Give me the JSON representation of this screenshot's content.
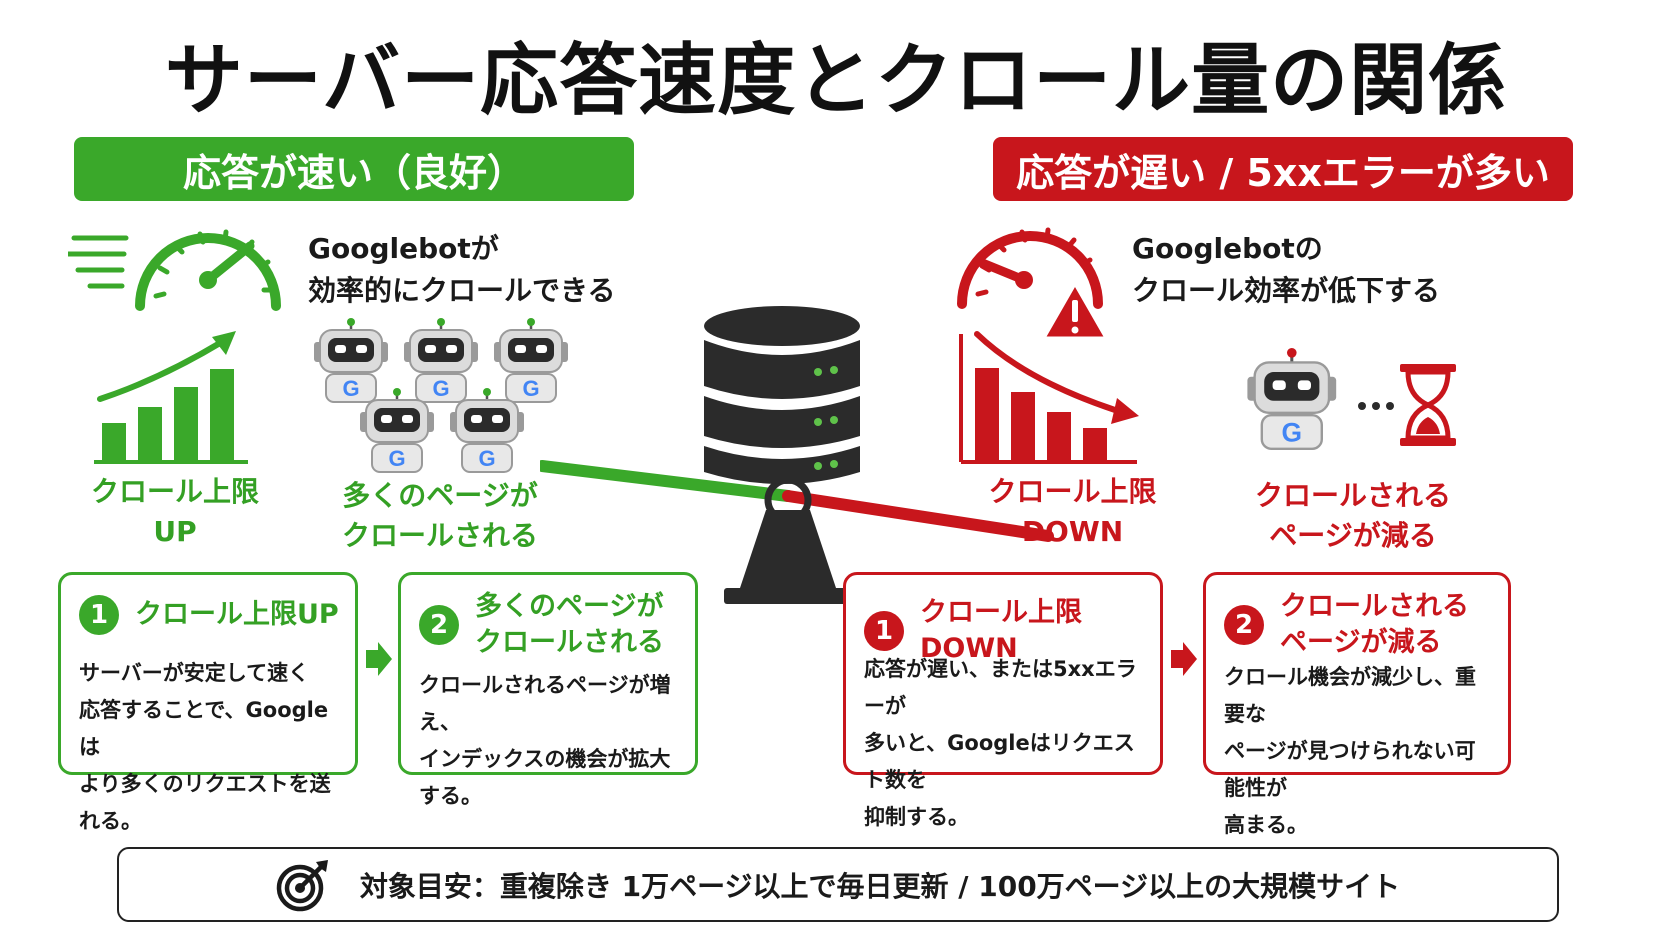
{
  "title": "サーバー応答速度とクロール量の関係",
  "left": {
    "banner": "応答が速い（良好）",
    "caption": [
      "Googlebotが",
      "効率的にクロールできる"
    ],
    "chart_label": "クロール上限UP",
    "robots_label": [
      "多くのページが",
      "クロールされる"
    ],
    "card1": {
      "num": "1",
      "heading": "クロール上限UP",
      "body": [
        "サーバーが安定して速く",
        "応答することで、Googleは",
        "より多くのリクエストを送れる。"
      ]
    },
    "card2": {
      "num": "2",
      "heading": [
        "多くのページが",
        "クロールされる"
      ],
      "body": [
        "クロールされるページが増え、",
        "インデックスの機会が拡大する。"
      ]
    }
  },
  "right": {
    "banner": "応答が遅い / 5xxエラーが多い",
    "caption": [
      "Googlebotの",
      "クロール効率が低下する"
    ],
    "chart_label": "クロール上限DOWN",
    "robot_label": [
      "クロールされる",
      "ページが減る"
    ],
    "card1": {
      "num": "1",
      "heading": "クロール上限DOWN",
      "body": [
        "応答が遅い、または5xxエラーが",
        "多いと、Googleはリクエスト数を",
        "抑制する。"
      ]
    },
    "card2": {
      "num": "2",
      "heading": [
        "クロールされる",
        "ページが減る"
      ],
      "body": [
        "クロール機会が減少し、重要な",
        "ページが見つけられない可能性が",
        "高まる。"
      ]
    }
  },
  "robot_logo": "G",
  "footer": {
    "icon": "target-icon",
    "text": "対象目安：重複除き 1万ページ以上で毎日更新 / 100万ページ以上の大規模サイト"
  },
  "colors": {
    "good": "#3aa82a",
    "bad": "#c8161c",
    "dark": "#2b2b2b"
  },
  "icons": [
    "speedometer-fast-icon",
    "speedometer-slow-icon",
    "warning-icon",
    "bar-chart-up-icon",
    "bar-chart-down-icon",
    "robot-icon",
    "server-icon",
    "seesaw-icon",
    "hourglass-icon",
    "arrow-right-icon"
  ]
}
